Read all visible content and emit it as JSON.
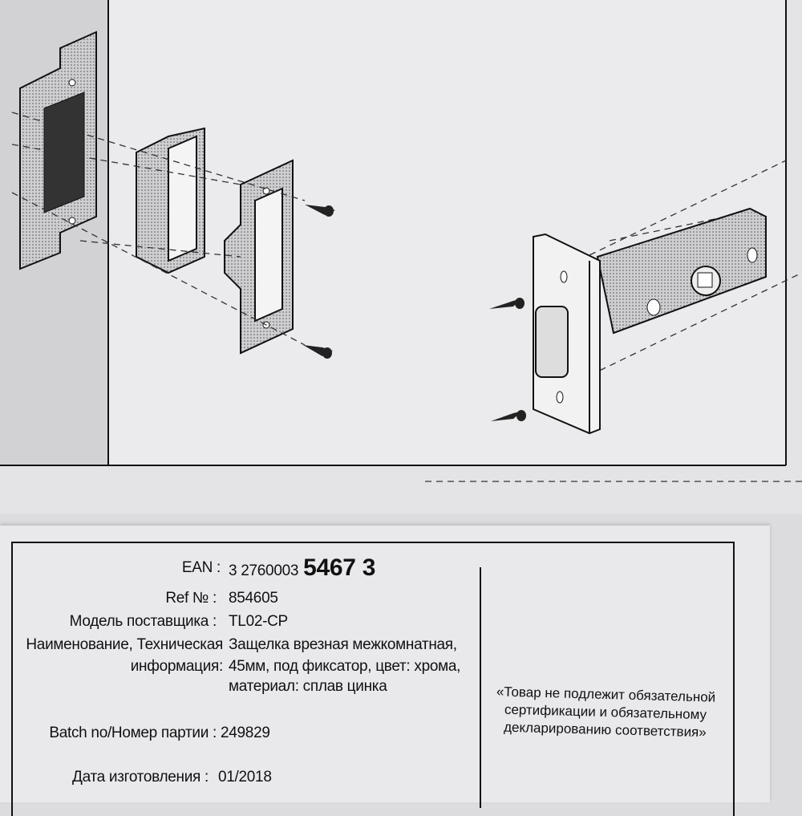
{
  "label": {
    "fields": [
      {
        "key": "EAN :",
        "value": "3 2760003",
        "value_bold": "5467 3"
      },
      {
        "key": "Ref № :",
        "value": "854605"
      },
      {
        "key": "Модель поставщика :",
        "value": "TL02-CP"
      },
      {
        "key": "Наименование, Техническая",
        "key2": "информация:",
        "value_lines": [
          "Защелка врезная межкомнатная,",
          "45мм, под фиксатор, цвет: хрома,",
          "материал: сплав цинка"
        ]
      },
      {
        "key": "Batch no/Номер партии :",
        "value": "249829"
      },
      {
        "key": "Дата изготовления :",
        "value": "01/2018"
      }
    ],
    "note": "«Товар не подлежит обязательной сертификации и обязательному декларированию соответствия»"
  },
  "diagram": {
    "parts": [
      "door-frame-cutout",
      "strike-box",
      "strike-plate",
      "screw",
      "latch-bolt"
    ]
  }
}
